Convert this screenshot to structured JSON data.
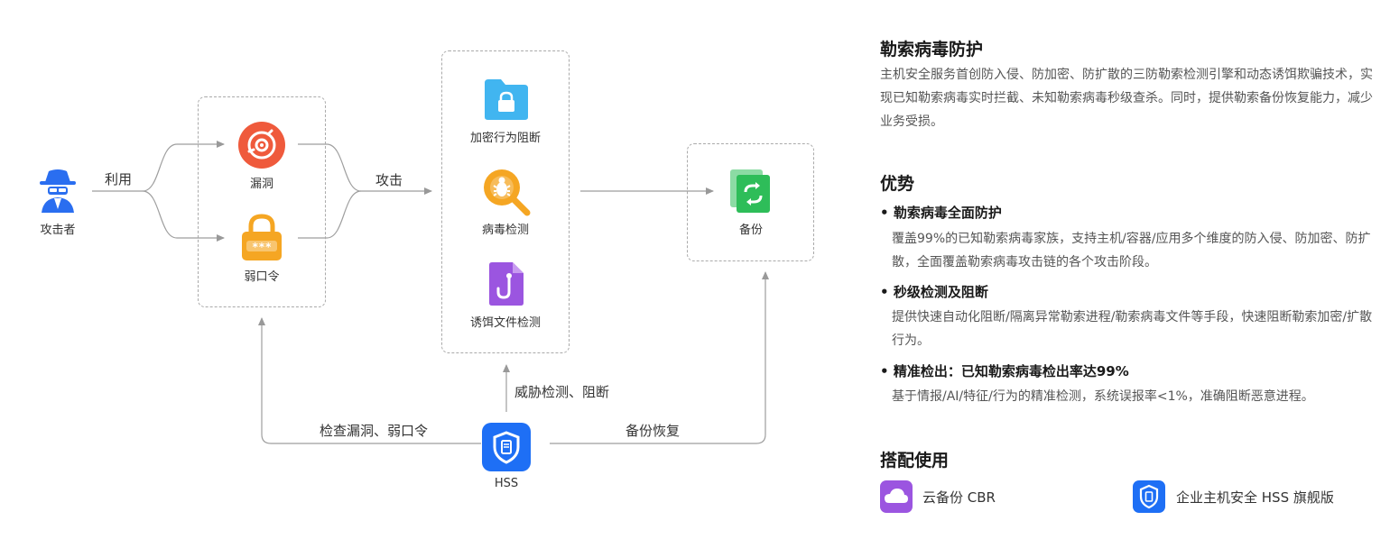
{
  "diagram": {
    "attacker": "攻击者",
    "exploit": "利用",
    "vuln": "漏洞",
    "weak_pwd": "弱口令",
    "attack": "攻击",
    "encrypt_block": "加密行为阻断",
    "virus_detect": "病毒检测",
    "bait_detect": "诱饵文件检测",
    "backup": "备份",
    "threat_detect": "威胁检测、阻断",
    "check_vuln": "检查漏洞、弱口令",
    "backup_restore": "备份恢复",
    "hss": "HSS"
  },
  "panel": {
    "title": "勒索病毒防护",
    "intro": "主机安全服务首创防入侵、防加密、防扩散的三防勒索检测引擎和动态诱饵欺骗技术，实现已知勒索病毒实时拦截、未知勒索病毒秒级查杀。同时，提供勒索备份恢复能力，减少业务受损。",
    "advantages_title": "优势",
    "advantages": [
      {
        "title": "勒索病毒全面防护",
        "desc": "覆盖99%的已知勒索病毒家族，支持主机/容器/应用多个维度的防入侵、防加密、防扩散，全面覆盖勒索病毒攻击链的各个攻击阶段。"
      },
      {
        "title": "秒级检测及阻断",
        "desc": "提供快速自动化阻断/隔离异常勒索进程/勒索病毒文件等手段，快速阻断勒索加密/扩散行为。"
      },
      {
        "title": "精准检出：已知勒索病毒检出率达99%",
        "desc": "基于情报/AI/特征/行为的精准检测，系统误报率<1%，准确阻断恶意进程。"
      }
    ],
    "combo_title": "搭配使用",
    "combo": [
      {
        "label": "云备份 CBR",
        "icon": "cloud-backup-icon",
        "color": "#9b55e0"
      },
      {
        "label": "企业主机安全 HSS 旗舰版",
        "icon": "hss-shield-icon",
        "color": "#1e6ff5"
      }
    ]
  },
  "colors": {
    "attacker": "#2a6ef0",
    "vuln": "#ef5a3c",
    "weak": "#f5a623",
    "encrypt": "#41b5f0",
    "virus": "#f5a623",
    "bait": "#9b55e0",
    "backup": "#2ebd59",
    "hss": "#1e6ff5"
  }
}
